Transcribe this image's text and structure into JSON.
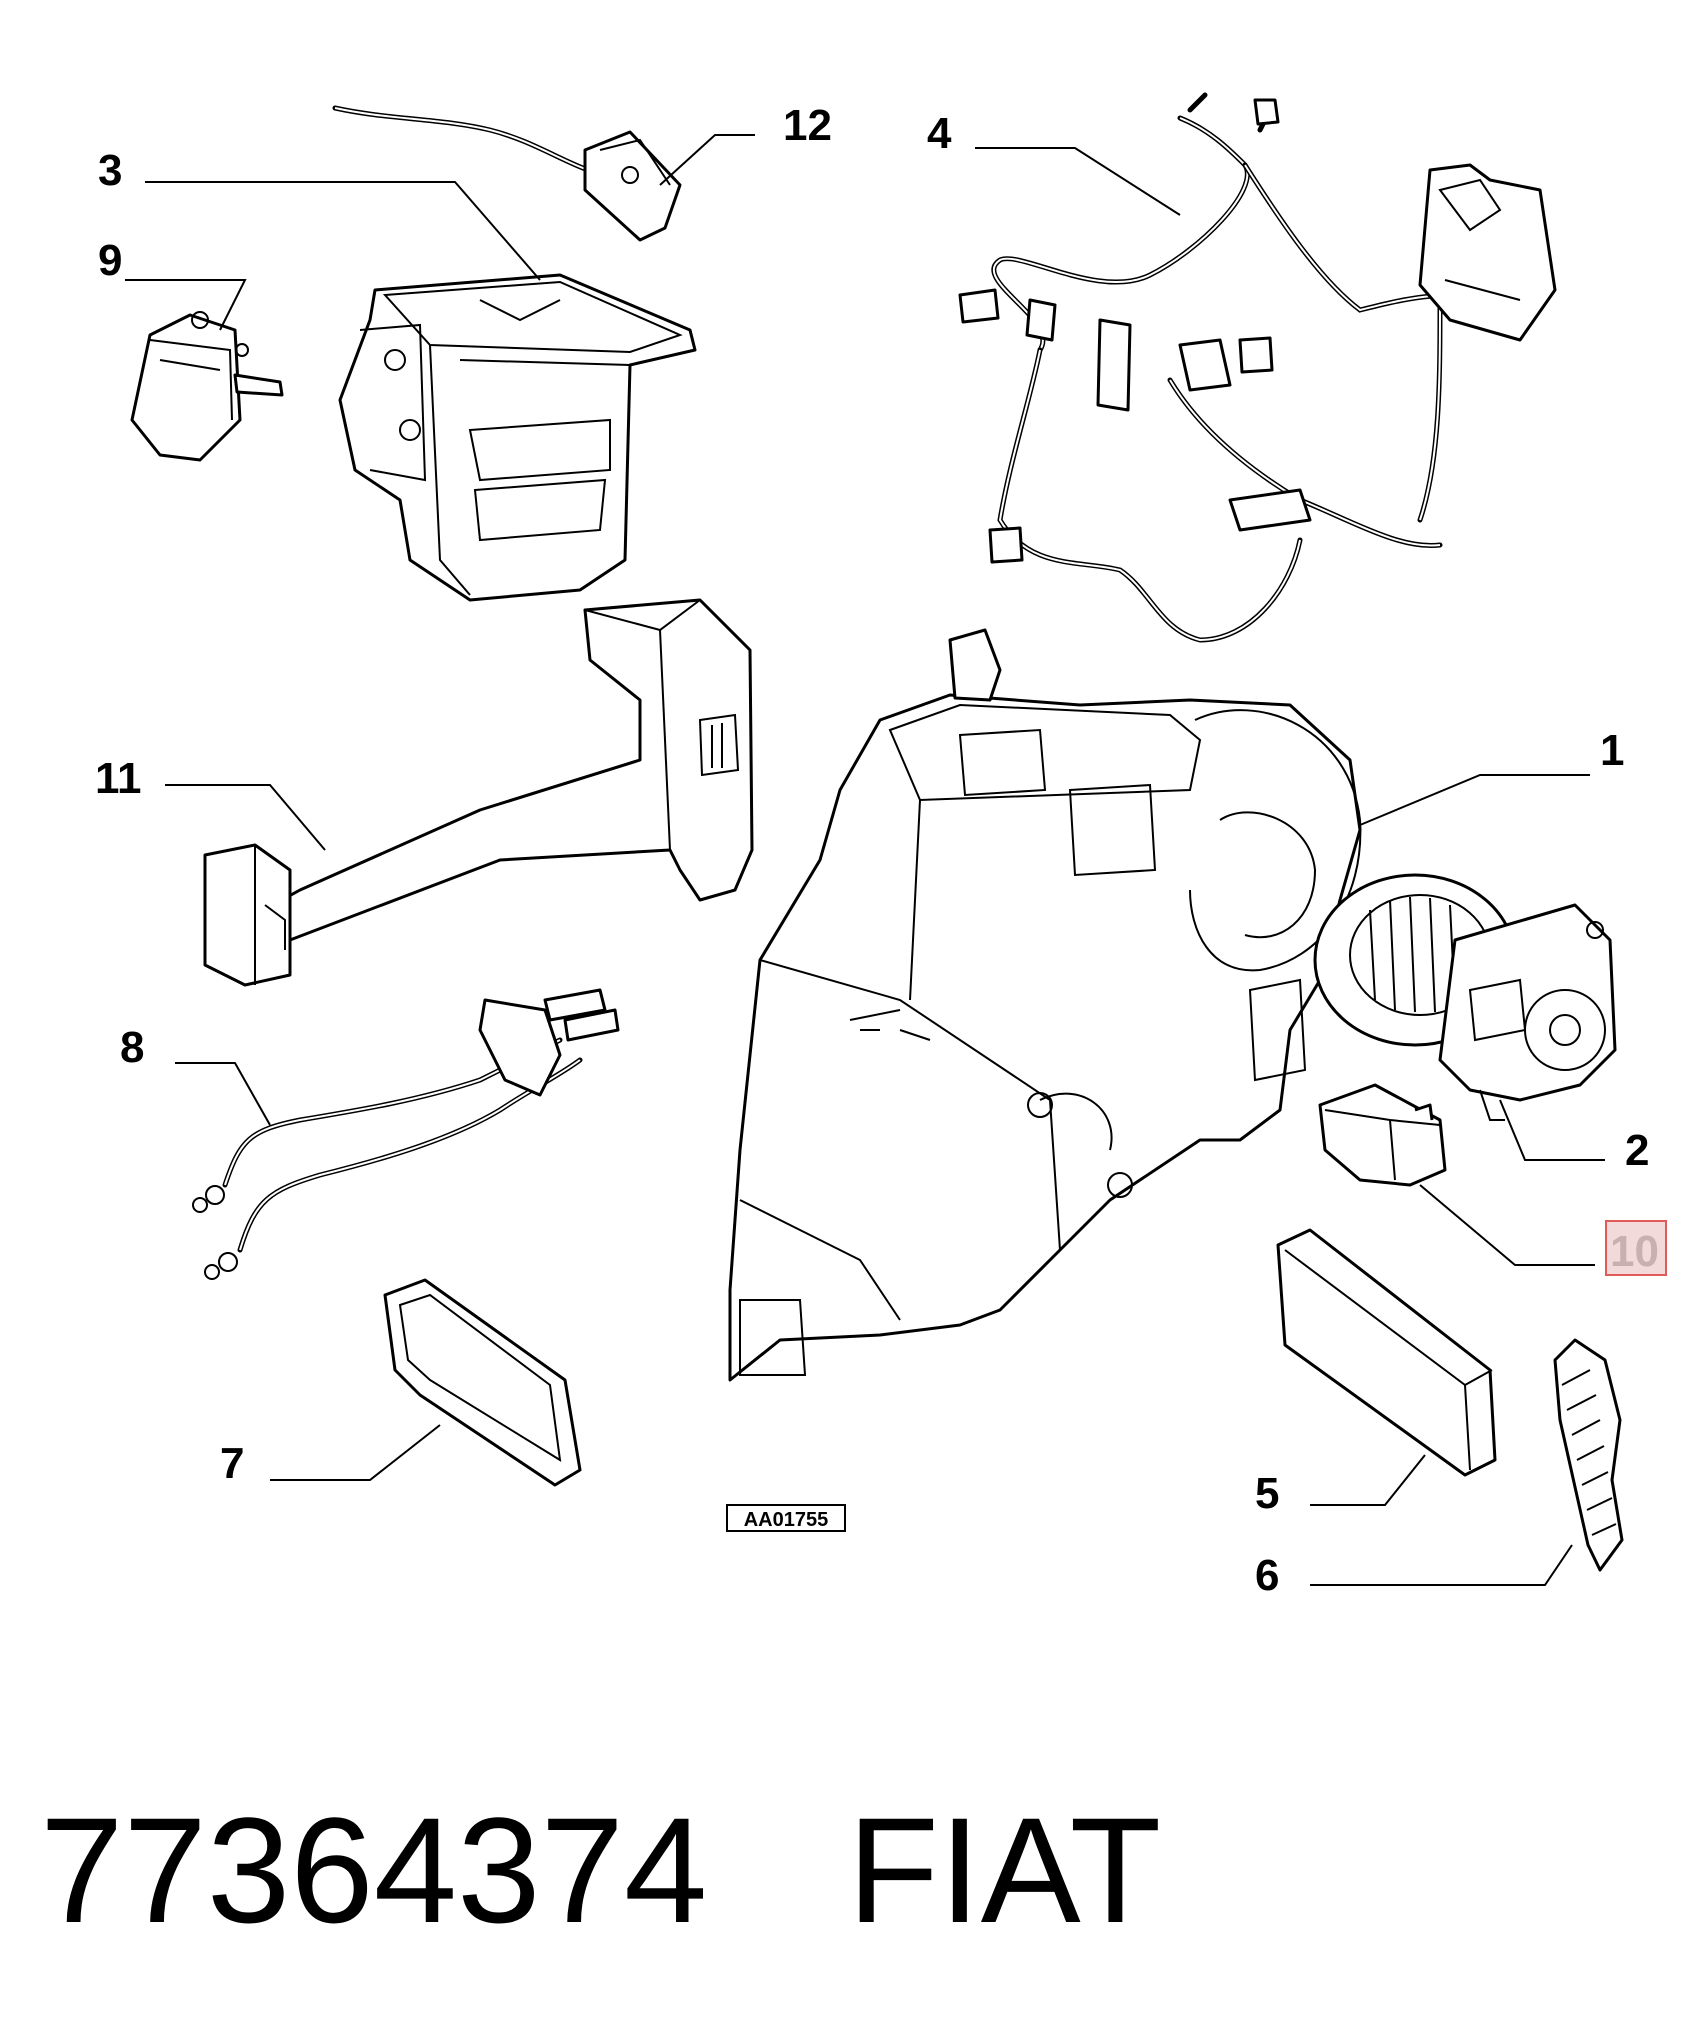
{
  "callouts": {
    "c1": "1",
    "c2": "2",
    "c3": "3",
    "c4": "4",
    "c5": "5",
    "c6": "6",
    "c7": "7",
    "c8": "8",
    "c9": "9",
    "c10": "10",
    "c11": "11",
    "c12": "12"
  },
  "highlighted_callout": "10",
  "drawing_ref": "AA01755",
  "caption": {
    "part_number": "77364374",
    "brand": "FIAT"
  },
  "colors": {
    "ink": "#000000",
    "highlight_fill": "#f3dada",
    "highlight_stroke": "#e05a5a"
  }
}
